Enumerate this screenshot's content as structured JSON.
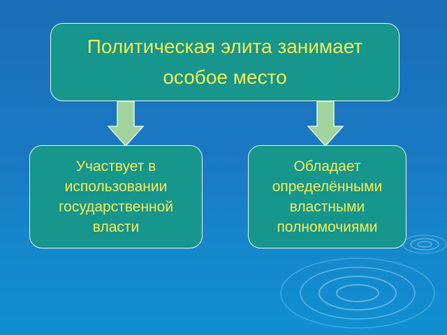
{
  "diagram": {
    "top_box": {
      "lines": [
        "Политическая элита занимает",
        "особое место"
      ]
    },
    "left_box": {
      "lines": [
        "Участвует в",
        "использовании",
        "государственной",
        "власти"
      ]
    },
    "right_box": {
      "lines": [
        "Обладает",
        "определёнными",
        "властными",
        "полномочиями"
      ]
    }
  },
  "colors": {
    "box_fill": "#16968c",
    "box_text": "#f4ee5a",
    "arrow_fill": "#a3d39c",
    "background": "#1a78c2"
  },
  "icons": [
    "down-arrow-icon",
    "ripple-decoration"
  ]
}
